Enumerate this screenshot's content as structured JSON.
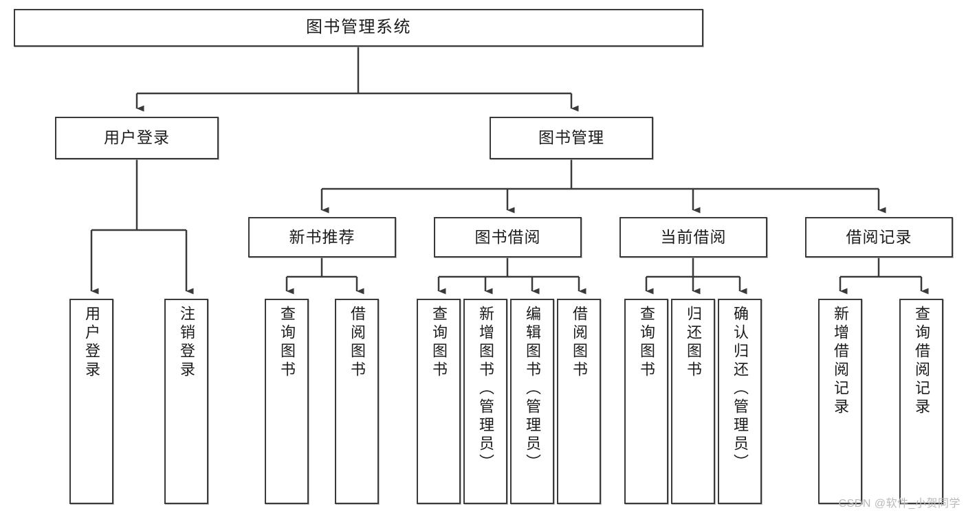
{
  "diagram": {
    "title": "图书管理系统",
    "type": "tree-hierarchy",
    "watermark": "CSDN @软件_小贺同学",
    "colors": {
      "box_border": "#3a3a3a",
      "box_fill": "#ffffff",
      "edge": "#3a3a3a",
      "text": "#1c1c1c",
      "watermark": "#b9b9b9",
      "background": "#ffffff"
    },
    "root": {
      "label": "图书管理系统"
    },
    "level2": [
      {
        "label": "用户登录"
      },
      {
        "label": "图书管理"
      }
    ],
    "level3": [
      {
        "label": "新书推荐"
      },
      {
        "label": "图书借阅"
      },
      {
        "label": "当前借阅"
      },
      {
        "label": "借阅记录"
      }
    ],
    "leaves": {
      "user_login": [
        {
          "label": "用户登录"
        },
        {
          "label": "注销登录"
        }
      ],
      "new_book_recommend": [
        {
          "label": "查询图书"
        },
        {
          "label": "借阅图书"
        }
      ],
      "book_borrow": [
        {
          "label": "查询图书"
        },
        {
          "label": "新增图书（管理员）"
        },
        {
          "label": "编辑图书（管理员）"
        },
        {
          "label": "借阅图书"
        }
      ],
      "current_borrow": [
        {
          "label": "查询图书"
        },
        {
          "label": "归还图书"
        },
        {
          "label": "确认归还（管理员）"
        }
      ],
      "borrow_record": [
        {
          "label": "新增借阅记录"
        },
        {
          "label": "查询借阅记录"
        }
      ]
    }
  }
}
